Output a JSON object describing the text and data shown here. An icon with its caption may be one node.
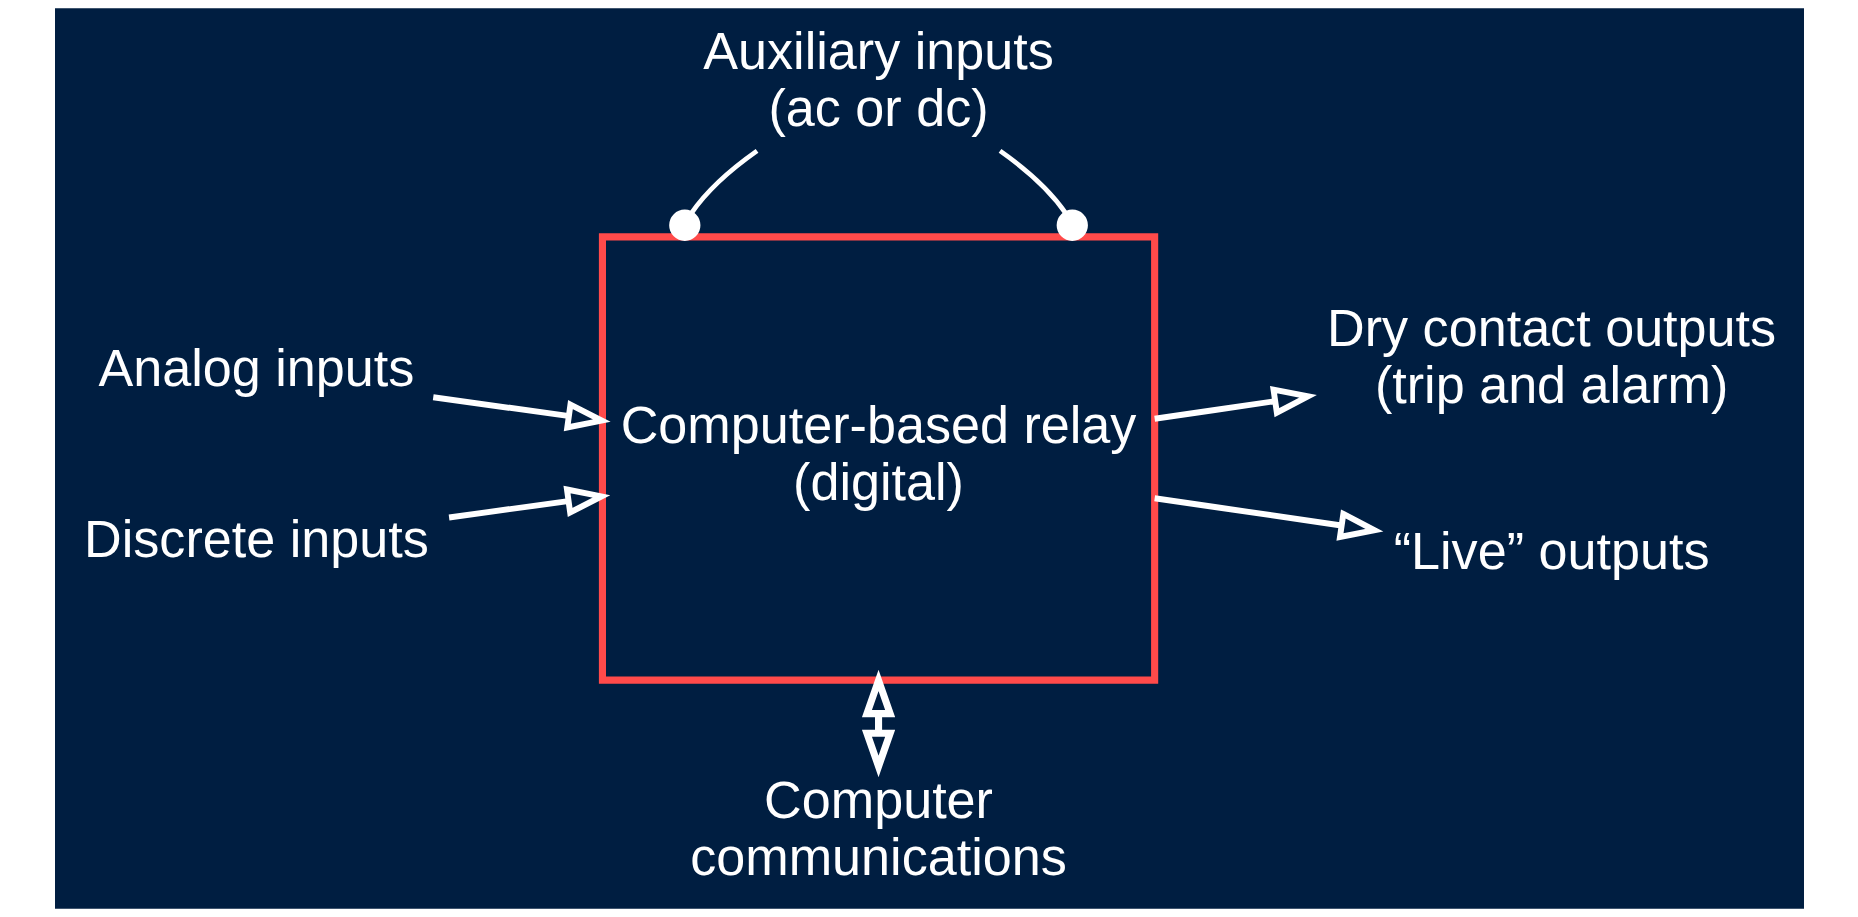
{
  "diagram": {
    "nodes": [
      {
        "text": [
          "Computer-based relay (digital)"
        ]
      },
      {
        "text": [
          "Auxiliary inputs (ac or dc)"
        ]
      },
      {
        "text": [
          "Analog inputs"
        ]
      },
      {
        "text": [
          "Discrete inputs"
        ]
      },
      {
        "text": [
          "Dry contact outputs (trip and alarm)"
        ]
      },
      {
        "text": [
          "“Live” outputs"
        ]
      },
      {
        "text": [
          "Computer communications"
        ]
      }
    ],
    "edges": [
      {
        "from": 1,
        "to": 0,
        "arrow": "other"
      },
      {
        "from": 1,
        "to": 0,
        "arrow": "other"
      },
      {
        "from": 2,
        "to": 0,
        "arrow": "to"
      },
      {
        "from": 3,
        "to": 0,
        "arrow": "to"
      },
      {
        "from": 0,
        "to": 4,
        "arrow": "to"
      },
      {
        "from": 0,
        "to": 5,
        "arrow": "to"
      },
      {
        "from": 0,
        "to": 6,
        "arrow": "both"
      }
    ]
  }
}
